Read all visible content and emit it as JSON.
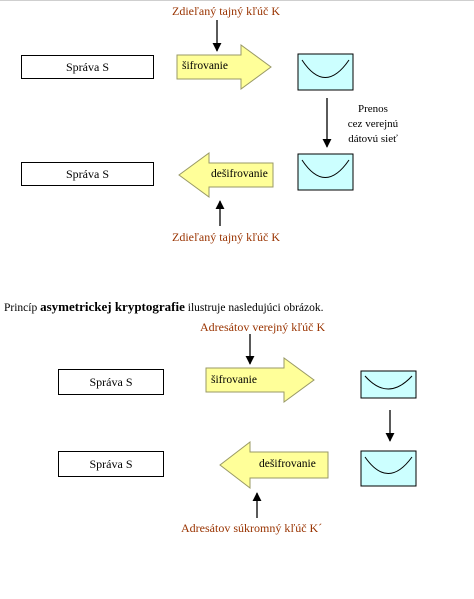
{
  "colors": {
    "key_text": "#993300",
    "arrow_fill": "#ffff99",
    "arrow_stroke": "#999966",
    "envelope_fill": "#ccffff"
  },
  "symmetric": {
    "key_top": "Zdieľaný tajný kľúč K",
    "message1": "Správa S",
    "encrypt_label": "šifrovanie",
    "transfer_text": [
      "Prenos",
      "cez verejnú",
      "dátovú sieť"
    ],
    "message2": "Správa S",
    "decrypt_label": "dešifrovanie",
    "key_bottom": "Zdieľaný tajný kľúč K"
  },
  "caption": {
    "before": "Princíp ",
    "bold": "asymetrickej kryptografie",
    "after": " ilustruje nasledujúci obrázok."
  },
  "asymmetric": {
    "key_top": "Adresátov verejný kľúč K",
    "message1": "Správa S",
    "encrypt_label": "šifrovanie",
    "message2": "Správa S",
    "decrypt_label": "dešifrovanie",
    "key_bottom": "Adresátov súkromný kľúč K´"
  }
}
